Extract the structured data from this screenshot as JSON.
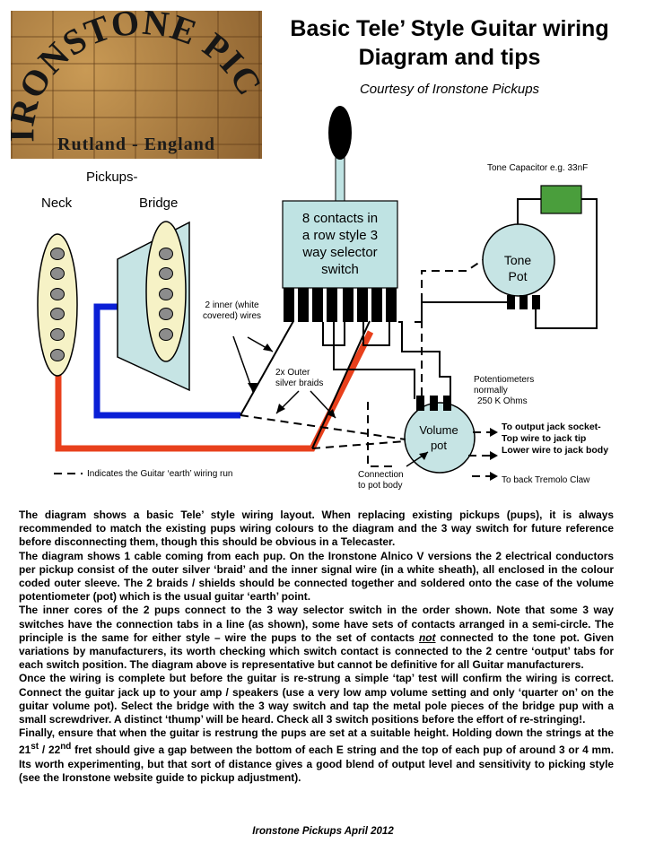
{
  "logo": {
    "brand": "IRONSTONE PICKUPS",
    "location": "Rutland - England"
  },
  "title": {
    "line1": "Basic Tele’ Style Guitar wiring",
    "line2": "Diagram and tips",
    "credit": "Courtesy of Ironstone Pickups"
  },
  "diagram": {
    "pickups_heading": "Pickups-",
    "neck_label": "Neck",
    "bridge_label": "Bridge",
    "switch_lines": [
      "8 contacts in",
      "a row style 3",
      "way selector",
      "switch"
    ],
    "tone_cap_label": "Tone Capacitor e.g. 33nF",
    "tone_pot_lines": [
      "Tone",
      "Pot"
    ],
    "volume_pot_lines": [
      "Volume",
      "pot"
    ],
    "inner_wires_lines": [
      "2 inner (white",
      "covered) wires"
    ],
    "outer_braids_lines": [
      "2x Outer",
      "silver braids"
    ],
    "pots_note_lines": [
      "Potentiometers",
      "normally",
      "250 K Ohms"
    ],
    "jack_lines": [
      "To output jack socket-",
      "Top wire to jack tip",
      "Lower wire to jack body"
    ],
    "tremolo_label": "To back Tremolo Claw",
    "pot_body_lines": [
      "Connection",
      "to pot body"
    ],
    "earth_legend": "Indicates the Guitar ‘earth’ wiring run",
    "colors": {
      "neck_wire": "#e8401c",
      "bridge_wire": "#0a1fd6",
      "pickup_cream": "#f6f2c6",
      "pickup_surround": "#c6e4e4",
      "switch_body": "#bfe3e3",
      "capacitor": "#4a9e3c"
    }
  },
  "body": {
    "p1": "The diagram shows a basic Tele’ style wiring layout. When replacing existing pickups (pups), it is always recommended to match the existing pups wiring colours to the diagram and the 3 way switch for future reference before disconnecting them, though this should be obvious in a Telecaster.",
    "p2": "The diagram shows 1 cable coming from each pup. On the Ironstone Alnico V versions the 2 electrical conductors per pickup consist of the outer silver ‘braid’ and the inner signal wire (in a white sheath), all enclosed in the colour coded outer sleeve. The 2 braids / shields should be connected together and soldered onto the case of the volume potentiometer (pot) which is the usual guitar ‘earth’ point.",
    "p3_before": "The inner cores of the 2 pups connect to the 3 way selector switch in the order shown. Note that some 3 way switches have the connection tabs in a line (as shown), some have sets of contacts arranged in a semi-circle. The principle is the same for either style – wire the pups to the set of contacts",
    "p3_not": "not",
    "p3_after": "connected to the tone pot. Given variations by manufacturers, its worth checking which switch contact is connected to the 2 centre ‘output’ tabs for each switch position. The diagram above is representative but cannot be definitive for all Guitar manufacturers.",
    "p4": "Once the wiring is complete but before the guitar is re-strung a simple ‘tap’ test will confirm the wiring is correct. Connect the guitar jack up to your amp / speakers (use a very low amp volume setting and only ‘quarter on’ on the guitar volume pot). Select the bridge with the 3 way switch and tap the metal pole pieces of the bridge pup with a small screwdriver. A distinct ‘thump’ will be heard. Check all 3 switch positions before the effort of re-stringing!.",
    "p5_a": "Finally, ensure that when the guitar is restrung the pups are set at a suitable height. Holding down the strings at the 21",
    "p5_sup1": "st",
    "p5_b": " / 22",
    "p5_sup2": "nd",
    "p5_c": " fret should give a gap between the bottom of each E string and the top of each pup of around 3 or 4 mm. Its worth experimenting, but that sort of distance gives a good blend of output level and sensitivity to picking style (see the Ironstone website guide to pickup adjustment)."
  },
  "footer": "Ironstone Pickups April 2012"
}
